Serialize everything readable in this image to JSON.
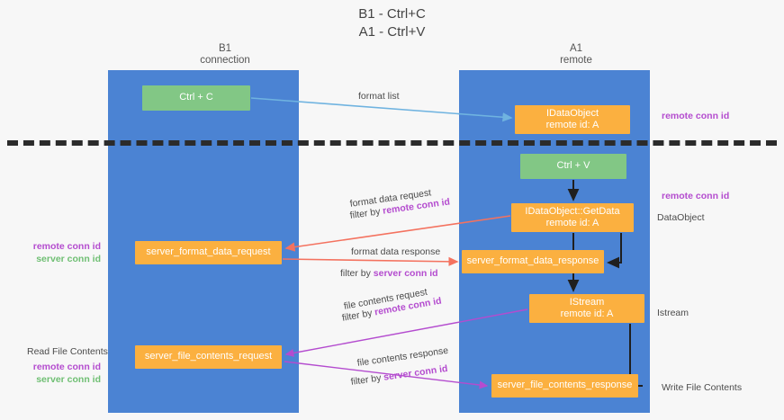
{
  "title": {
    "line1": "B1 - Ctrl+C",
    "line2": "A1 - Ctrl+V"
  },
  "columns": [
    {
      "name": "B1",
      "role": "connection"
    },
    {
      "name": "A1",
      "role": "remote"
    }
  ],
  "nodes": {
    "ctrl_c": {
      "label": "Ctrl + C",
      "color": "#82c785"
    },
    "ctrl_v": {
      "label": "Ctrl + V",
      "color": "#82c785"
    },
    "idataobject": {
      "line1": "IDataObject",
      "line2": "remote id: A",
      "color": "#fbb040"
    },
    "getdata": {
      "line1": "IDataObject::GetData",
      "line2": "remote id: A",
      "color": "#fbb040"
    },
    "format_data_request": {
      "label": "server_format_data_request",
      "color": "#fbb040"
    },
    "format_data_response": {
      "label": "server_format_data_response",
      "color": "#fbb040"
    },
    "istream": {
      "line1": "IStream",
      "line2": "remote id: A",
      "color": "#fbb040"
    },
    "file_contents_request": {
      "label": "server_file_contents_request",
      "color": "#fbb040"
    },
    "file_contents_response": {
      "label": "server_file_contents_response",
      "color": "#fbb040"
    }
  },
  "edges": {
    "format_list": "format list",
    "format_data_request": "format data request",
    "format_data_request_filter_prefix": "filter by ",
    "format_data_request_filter_key": "remote conn id",
    "format_data_response": "format data response",
    "format_data_response_filter_prefix": "filter by ",
    "format_data_response_filter_key": "server conn id",
    "file_contents_request": "file contents request",
    "file_contents_request_filter_prefix": "filter by ",
    "file_contents_request_filter_key": "remote conn id",
    "file_contents_response": "file contents response",
    "file_contents_response_filter_prefix": "filter by ",
    "file_contents_response_filter_key": "server conn id"
  },
  "annotations": {
    "right_remote_conn_id_top": "remote conn id",
    "right_remote_conn_id_mid": "remote conn id",
    "right_dataobject": "DataObject",
    "right_istream": "Istream",
    "right_write_file_contents": "Write File Contents",
    "left_remote_conn_id_1": "remote conn id",
    "left_server_conn_id_1": "server conn id",
    "left_read_file_contents": "Read File Contents",
    "left_remote_conn_id_2": "remote conn id",
    "left_server_conn_id_2": "server conn id"
  },
  "colors": {
    "lane": "#4b83d3",
    "green_node": "#82c785",
    "orange_node": "#fbb040",
    "purple_key": "#b44ccf",
    "green_key": "#6fbf73",
    "arrow_blue": "#6fb3e0",
    "arrow_red": "#f4725f",
    "arrow_purple": "#b44ccf",
    "arrow_black": "#1f1f1f",
    "divider": "#2b2b2b",
    "background": "#f7f7f7"
  }
}
